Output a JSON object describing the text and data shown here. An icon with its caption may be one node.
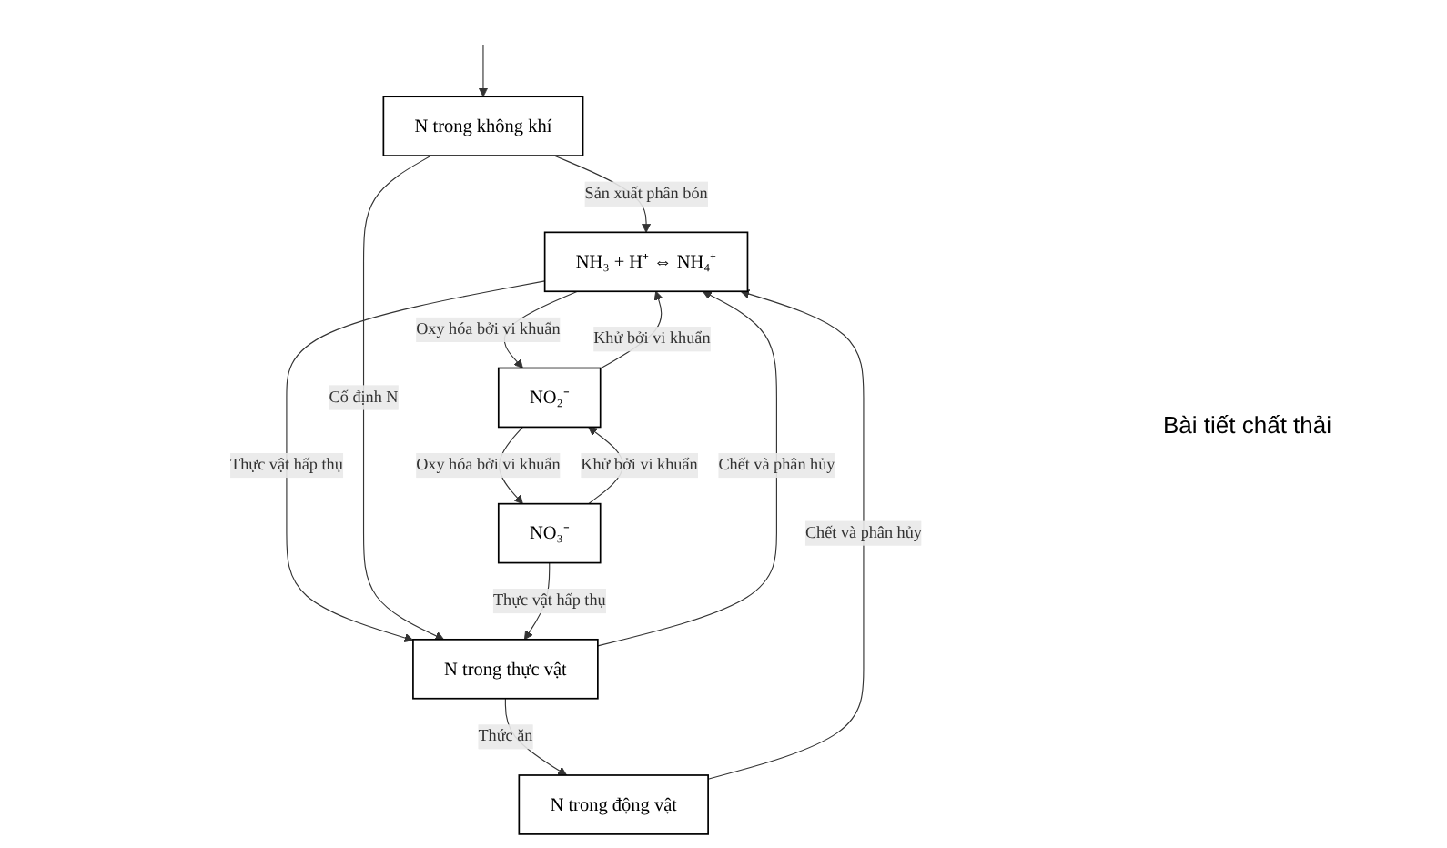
{
  "diagram": {
    "nodes": [
      {
        "text": [
          "NH₃ + H⁺ ⇔ NH₄⁺"
        ]
      },
      {
        "text": [
          "NO₂⁻"
        ]
      },
      {
        "text": [
          "N trong không khí"
        ]
      },
      {
        "text": [
          "N trong động vật"
        ]
      },
      {
        "text": [
          "N trong thực vật"
        ]
      },
      {
        "text": [
          "NO₃⁻"
        ]
      }
    ],
    "edges": [
      {
        "from": 0,
        "to": 1,
        "arrow": "to",
        "label": "Oxy hóa bởi vi khuẩn"
      },
      {
        "from": 1,
        "to": 0,
        "arrow": "to",
        "label": "Khử bởi vi khuẩn"
      },
      {
        "from": null,
        "to": 2,
        "arrow": "to"
      },
      {
        "from": 2,
        "to": 0,
        "arrow": "to",
        "label": "Sản xuất phân bón"
      },
      {
        "from": 0,
        "to": 4,
        "arrow": "to",
        "label": "Thực vật hấp thụ"
      },
      {
        "from": 4,
        "to": 0,
        "arrow": "to",
        "label": "Chết và phân hủy"
      },
      {
        "from": 3,
        "to": 0,
        "arrow": "to",
        "label": "Chết và phân hủy"
      },
      {
        "from": 2,
        "to": 4,
        "arrow": "to",
        "label": "Cố định N"
      },
      {
        "from": 1,
        "to": 5,
        "arrow": "to",
        "label": "Oxy hóa bởi vi khuẩn"
      },
      {
        "from": 5,
        "to": 1,
        "arrow": "to",
        "label": "Khử bởi vi khuẩn"
      },
      {
        "from": 5,
        "to": 4,
        "arrow": "to",
        "label": "Thực vật hấp thụ"
      },
      {
        "from": 4,
        "to": 3,
        "arrow": "to",
        "label": "Thức ăn"
      }
    ],
    "labels": [
      "Bài tiết chất thải"
    ]
  }
}
